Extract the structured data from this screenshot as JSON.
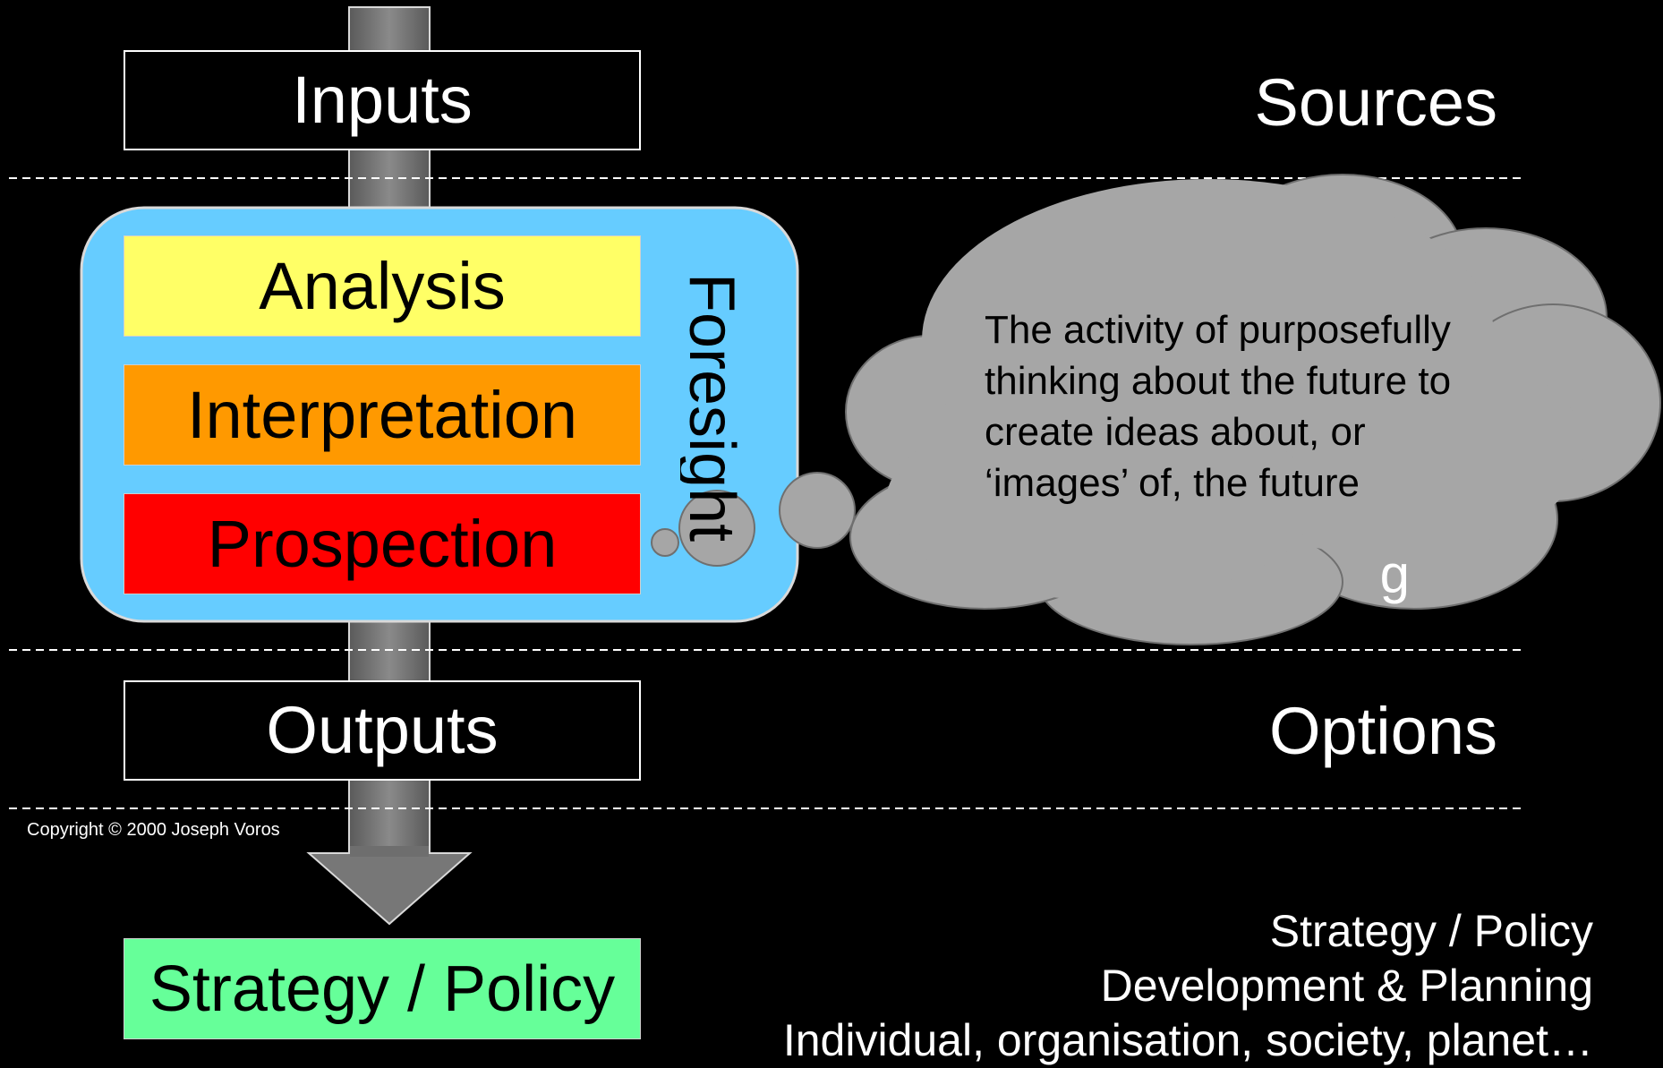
{
  "flow": {
    "inputs": "Inputs",
    "outputs": "Outputs",
    "result": "Strategy / Policy"
  },
  "foresight": {
    "label": "Foresight",
    "stages": {
      "analysis": "Analysis",
      "interpretation": "Interpretation",
      "prospection": "Prospection"
    }
  },
  "right_labels": {
    "sources": "Sources",
    "options": "Options",
    "hidden_fragment": "g"
  },
  "cloud": {
    "lines": [
      "The activity of purposefully",
      "thinking about the future to",
      "create ideas about, or",
      "‘images’ of, the future"
    ]
  },
  "bottom": {
    "lines": [
      "Strategy / Policy",
      "Development & Planning",
      "Individual, organisation, society, planet…"
    ]
  },
  "copyright": "Copyright © 2000 Joseph Voros",
  "colors": {
    "background": "#000000",
    "foresight_panel": "#66CCFF",
    "analysis": "#FFFF66",
    "interpretation": "#FF9900",
    "prospection": "#FF0000",
    "result": "#66FF99",
    "arrow": "#6E6E6E",
    "cloud": "#A6A6A6"
  }
}
